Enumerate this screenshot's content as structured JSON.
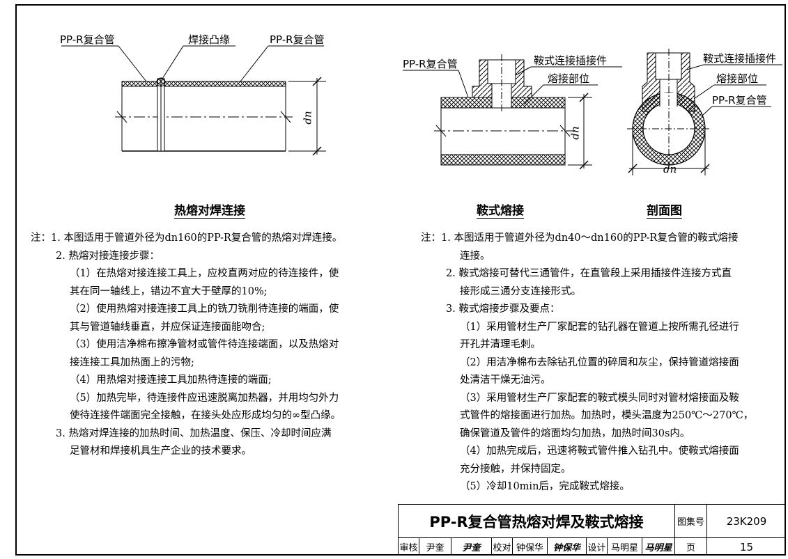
{
  "fig1": {
    "label_left": "PP-R复合管",
    "label_mid": "焊接凸缘",
    "label_right": "PP-R复合管",
    "dim": "dn",
    "caption": "热熔对焊连接"
  },
  "fig2": {
    "label_pipe": "PP-R复合管",
    "label_fitting": "鞍式连接插接件",
    "label_weld": "熔接部位",
    "dim": "dn",
    "caption": "鞍式熔接"
  },
  "fig3": {
    "label_fitting": "鞍式连接插接件",
    "label_weld": "熔接部位",
    "label_pipe": "PP-R复合管",
    "dim": "dn",
    "caption": "剖面图"
  },
  "notes_left": [
    "注：1. 本图适用于管道外径为dn160的PP-R复合管的热熔对焊连接。",
    "2. 热熔对接连接步骤：",
    "（1）在热熔对接连接工具上，应校直两对应的待连接件，使",
    "其在同一轴线上，错边不宜大于壁厚的10%;",
    "（2）使用热熔对接连接工具上的铣刀铣削待连接的端面，使",
    "其与管道轴线垂直，并应保证连接面能吻合;",
    "（3）使用洁净棉布擦净管材或管件待连接端面，以及热熔对",
    "接连接工具加热面上的污物;",
    "（4）用热熔对接连接工具加热待连接的端面;",
    "（5）加热完毕，待连接件应迅速脱离加热器，并用均匀外力",
    "使待连接件端面完全接触，在接头处应形成均匀的∞型凸缘。",
    "3. 热熔对焊连接的加热时间、加热温度、保压、冷却时间应满",
    "足管材和焊接机具生产企业的技术要求。"
  ],
  "notes_right": [
    "注：1. 本图适用于管道外径为dn40～dn160的PP-R复合管的鞍式熔接",
    "连接。",
    "2. 鞍式熔接可替代三通管件，在直管段上采用插接件连接方式直",
    "接形成三通分支连接形式。",
    "3. 鞍式熔接步骤及要点：",
    "（1）采用管材生产厂家配套的钻孔器在管道上按所需孔径进行",
    "开孔并清理毛刺。",
    "（2）用洁净棉布去除钻孔位置的碎屑和灰尘，保持管道熔接面",
    "处清洁干燥无油污。",
    "（3）采用管材生产厂家配套的鞍式模头同时对管材熔接面及鞍",
    "式管件的熔接面进行加热。加热时，模头温度为250℃～270℃，",
    "确保管道及管件的熔面均匀加热，加热时间30s内。",
    "（4）加热完成后，迅速将鞍式管件推入钻孔中。使鞍式熔接面",
    "充分接触，并保持固定。",
    "（5）冷却10min后，完成鞍式熔接。"
  ],
  "titleblock": {
    "title": "PP-R复合管热熔对焊及鞍式熔接",
    "atlas_label": "图集号",
    "atlas_no": "23K209",
    "review_label": "审核",
    "reviewer": "尹奎",
    "reviewer_sig": "尹奎",
    "check_label": "校对",
    "checker": "钟保华",
    "checker_sig": "钟保华",
    "design_label": "设计",
    "designer": "马明星",
    "designer_sig": "马明星",
    "page_label": "页",
    "page_no": "15"
  }
}
